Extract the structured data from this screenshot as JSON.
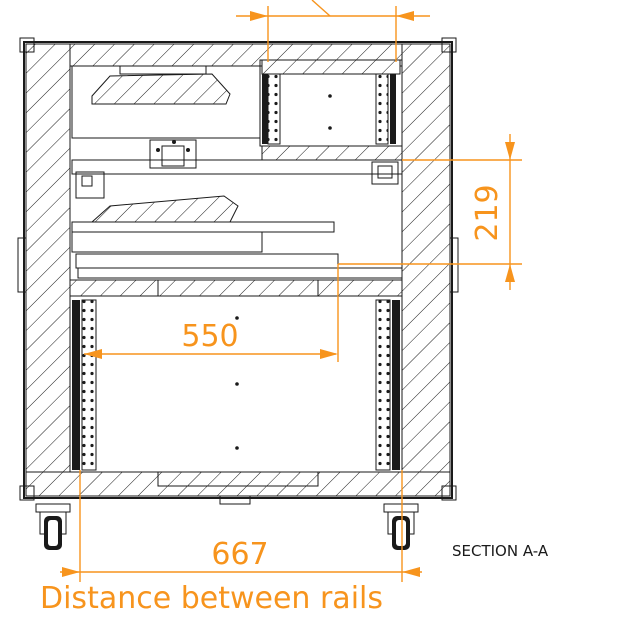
{
  "dimensions": {
    "height_mm": "219",
    "depth_mm": "550",
    "rail_distance_mm": "667"
  },
  "labels": {
    "section": "SECTION A-A",
    "rail_caption": "Distance between rails"
  },
  "colors": {
    "dimension": "#f7941d",
    "linework": "#1a1a1a"
  }
}
